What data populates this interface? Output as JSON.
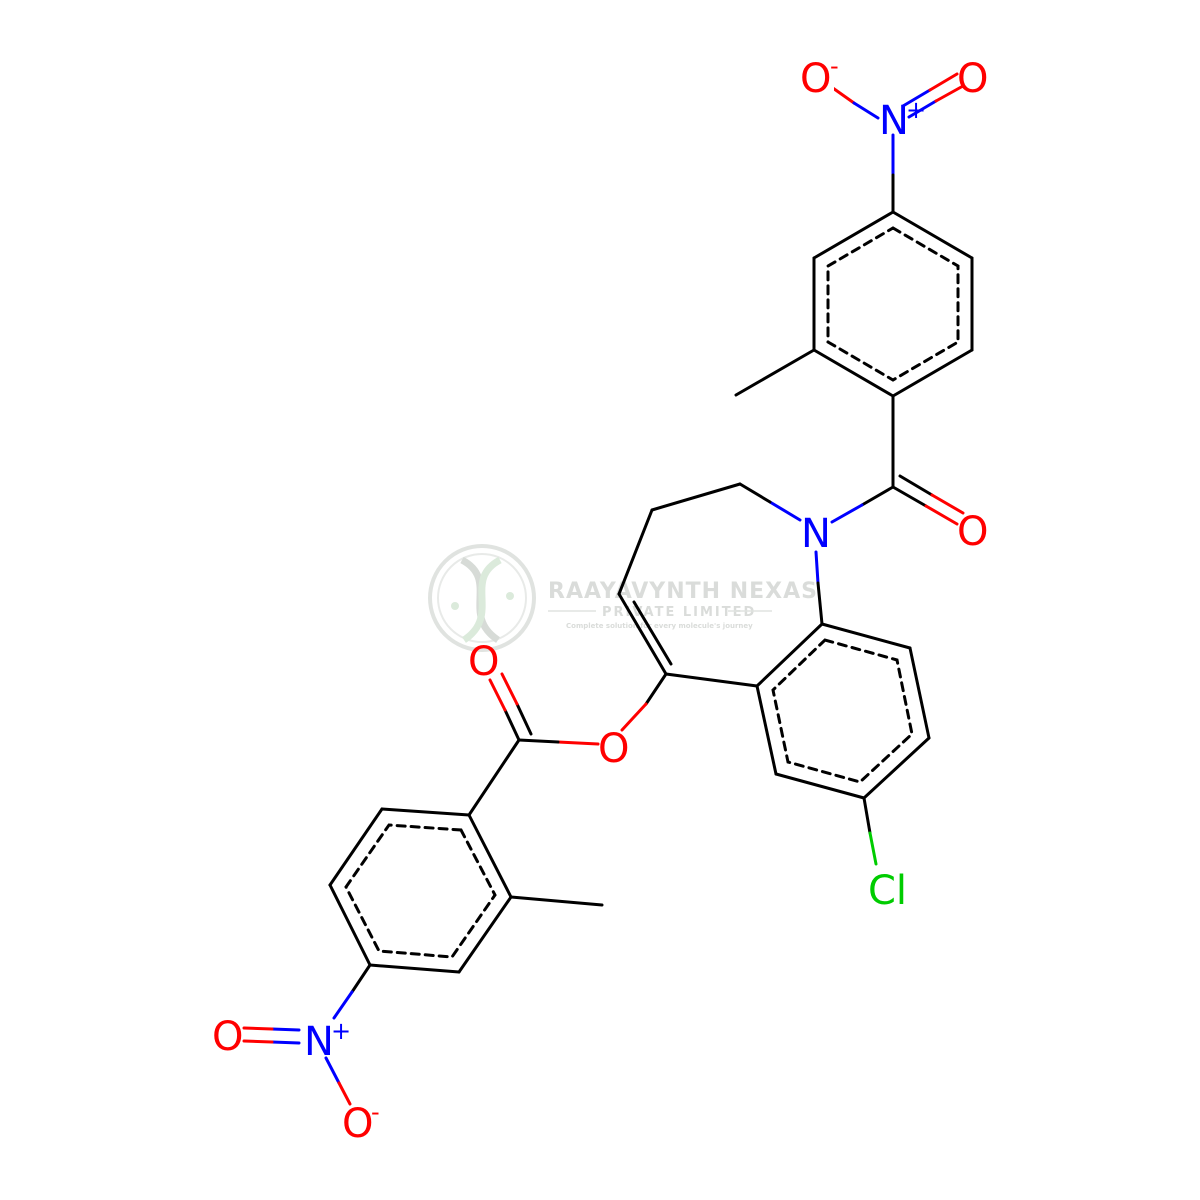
{
  "colors": {
    "carbon": "#000000",
    "nitrogen": "#0000ff",
    "oxygen": "#ff0000",
    "chlorine": "#00cc00",
    "watermark": "#d6d9d6"
  },
  "atoms": {
    "o_top_left": "O",
    "o_top_left_charge": "-",
    "n_top": "N",
    "n_top_charge": "+",
    "o_top_right": "O",
    "n_ring": "N",
    "o_amide": "O",
    "o_ester_carbonyl": "O",
    "o_ester": "O",
    "cl": "Cl",
    "o_bottom_left": "O",
    "n_bottom": "N",
    "n_bottom_charge": "+",
    "o_bottom": "O",
    "o_bottom_charge": "-"
  },
  "watermark": {
    "icon": "dna-helix-logo-icon",
    "name": "RAAYAVYNTH NEXAS",
    "subtitle": "PRIVATE LIMITED",
    "tagline": "Complete solution for every molecule's journey"
  }
}
